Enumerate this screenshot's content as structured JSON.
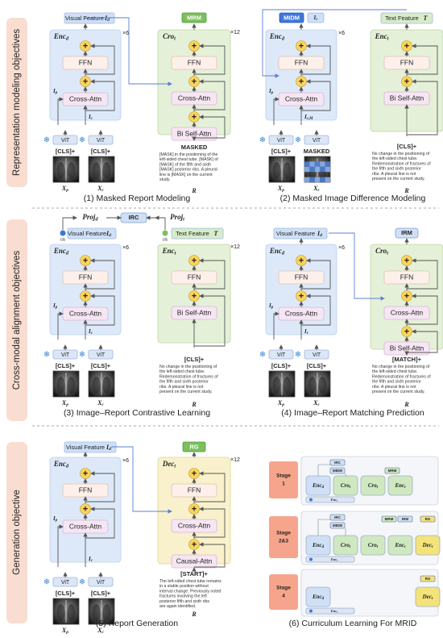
{
  "sections": [
    {
      "label": "Representation modeling objectives"
    },
    {
      "label": "Cross-modal alignment objectives"
    },
    {
      "label": "Generation objective"
    }
  ],
  "common": {
    "ffn": "FFN",
    "cross_attn": "Cross-Attn",
    "bi_self_attn": "Bi Self-Attn",
    "causal_attn": "Causal-Attn",
    "vit": "ViT",
    "cls": "[CLS]+",
    "xp": "X",
    "xp_sub": "p",
    "xc": "X",
    "xc_sub": "c",
    "r": "R",
    "times6": "×6",
    "times12": "×12",
    "ip": "I",
    "ip_sub": "p",
    "ic": "I",
    "ic_sub": "c",
    "icm": "I",
    "icm_sub": "c,M",
    "enc_d": "Enc",
    "enc_d_sub": "d",
    "cro_t": "Cro",
    "cro_t_sub": "t",
    "enc_t": "Enc",
    "enc_t_sub": "t",
    "dec_t": "Dec",
    "dec_t_sub": "t",
    "visual_feature": "Visual Feature",
    "visual_feature_sym": "I",
    "visual_feature_sub": "d",
    "text_feature": "Text Feature",
    "text_feature_sym": "T",
    "cls_token": "cls",
    "plus": "+",
    "snow": "❄",
    "proj_d": "Proj",
    "proj_d_sub": "d",
    "proj_t": "Proj",
    "proj_t_sub": "t",
    "id": "I",
    "id_sub": "d"
  },
  "panels": {
    "p1": {
      "caption": "(1) Masked Report Modeling",
      "head": "MRM",
      "masked_label": "MASKED",
      "report": "[MASK] in the positioning of the left-sided chest tube. [MASK] of [MASK] of the fifth and sixth [MASK] posterior ribs. A pleural line is [MASK] on the current study."
    },
    "p2": {
      "caption": "(2) Masked Image Difference Modeling",
      "head": "MIDM",
      "masked_label": "MASKED",
      "top_cls": "[CLS]+",
      "report": "No change in the positioning of the left-sided chest tube. Redemonstration of fractures of the fifth and sixth posterior ribs. A pleural line is not present on the current study."
    },
    "p3": {
      "caption": "(3) Image–Report Contrastive Learning",
      "head": "IRC",
      "bottom_cls": "[CLS]+",
      "report": "No change in the positioning of the left-sided chest tube. Redemonstration of fractures of the fifth and sixth posterior ribs. A pleural line is not present on the current study."
    },
    "p4": {
      "caption": "(4) Image–Report Matching Prediction",
      "head": "IRM",
      "bottom_cls": "[MATCH]+",
      "report": "No change in the positioning of the left-sided chest tube. Redemonstration of fractures of the fifth and sixth posterior ribs. A pleural line is not present on the current study."
    },
    "p5": {
      "caption": "(5) Report Generation",
      "head": "RG",
      "bottom_cls": "[START]+",
      "report": "The left-sided chest tube remains in a stable position without interval change. Previously noted fractures involving the left posterior fifth and sixth ribs are again identified."
    },
    "p6": {
      "caption": "(6) Curriculum Learning For MRID",
      "stages": [
        {
          "label": "Stage",
          "num": "1"
        },
        {
          "label": "Stage",
          "num": "2&3"
        },
        {
          "label": "Stage",
          "num": "4"
        }
      ],
      "tags": {
        "irc": "IRC",
        "midm": "MIDM",
        "mrm": "MRM",
        "irm": "IRM",
        "rg": "RG"
      }
    }
  },
  "colors": {
    "blue_fill": "#dde9f8",
    "green_fill": "#e5f0d8",
    "yellow_fill": "#f8f1cc",
    "ffn_fill": "#fdf0ea",
    "attn_fill": "#f6e6f3",
    "plus_fill": "#fcd45b",
    "section_fill": "#f9ddd0",
    "stage_fill": "#f6a58c",
    "head_green": "#7bbf5e",
    "head_blue": "#3f77d8",
    "arrow": "#5b7fd6"
  }
}
